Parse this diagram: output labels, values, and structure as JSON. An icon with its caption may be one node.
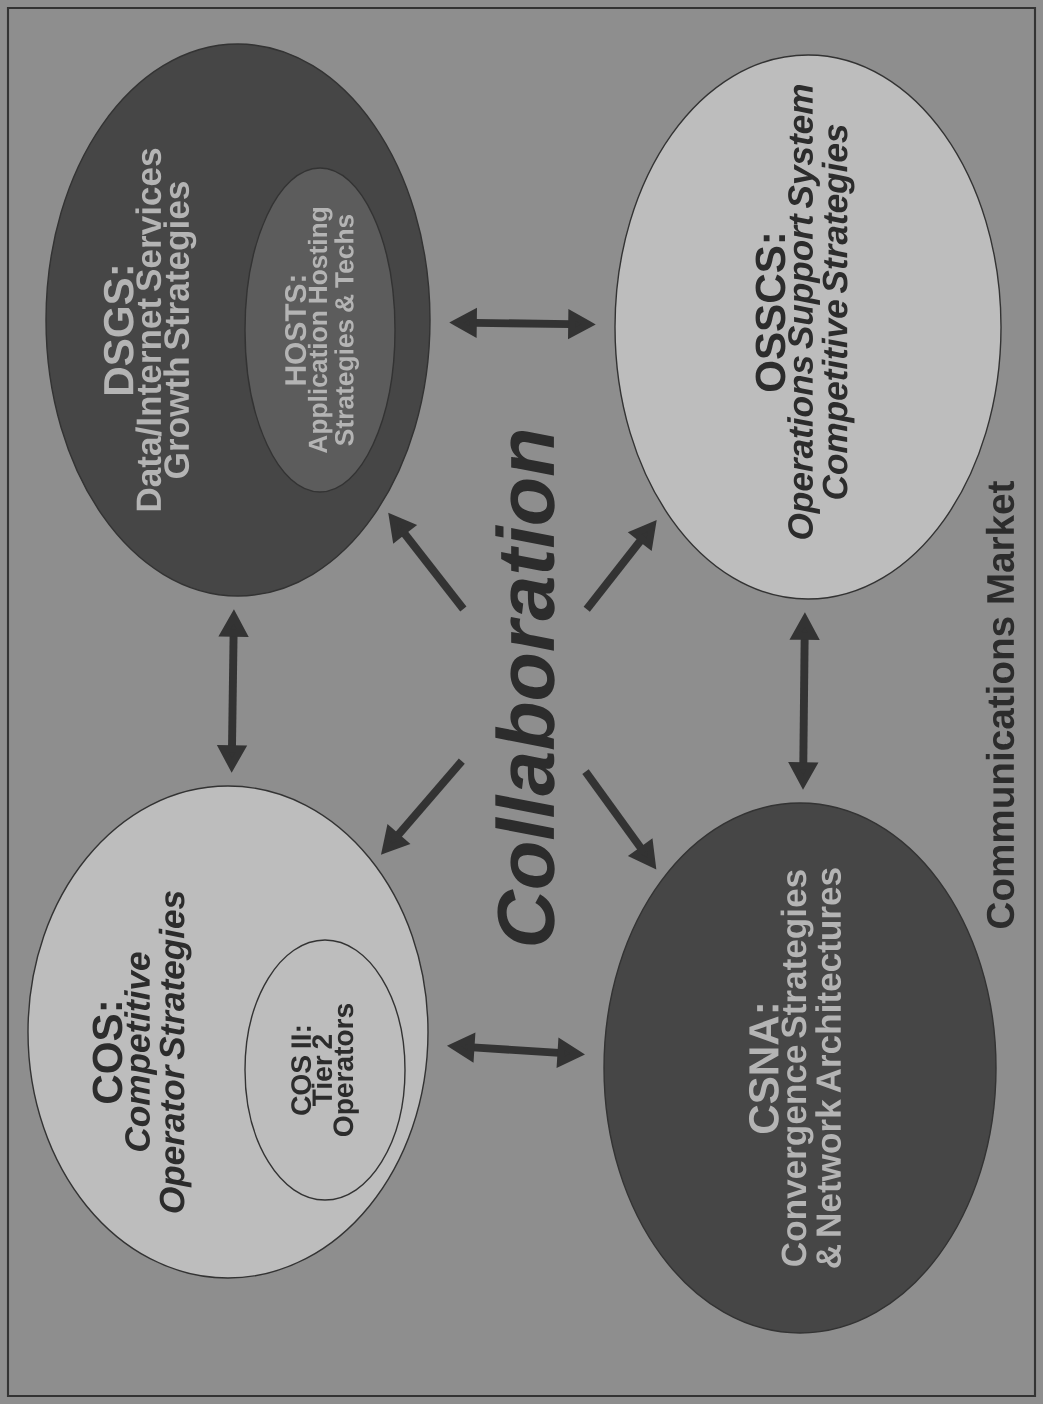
{
  "diagram": {
    "nodes": [
      {
        "text": [
          "COS:",
          "Competitive Operator Strategies"
        ]
      },
      {
        "text": [
          "COS II:",
          "Tier 2 Operators"
        ],
        "in": 0
      },
      {
        "text": [
          "DSGS:",
          "Data/Internet Services Growth Strategies"
        ]
      },
      {
        "text": [
          "HOSTS:",
          "Application Hosting Strategies & Techs"
        ],
        "in": 2
      },
      {
        "text": [
          "OSSCS:",
          "Operations Support System Competitive Strategies"
        ]
      },
      {
        "text": [
          "CSNA:",
          "Convergence Strategies & Network Architectures"
        ]
      },
      {
        "text": [
          "Collaboration"
        ]
      }
    ],
    "edges": [
      {
        "from": 0,
        "to": 2,
        "arrow": "both"
      },
      {
        "from": 0,
        "to": 5,
        "arrow": "both"
      },
      {
        "from": 2,
        "to": 4,
        "arrow": "both"
      },
      {
        "from": 5,
        "to": 4,
        "arrow": "both"
      },
      {
        "from": 6,
        "to": 0,
        "arrow": "to"
      },
      {
        "from": 6,
        "to": 2,
        "arrow": "to"
      },
      {
        "from": 6,
        "to": 4,
        "arrow": "to"
      },
      {
        "from": 6,
        "to": 5,
        "arrow": "to"
      }
    ],
    "labels": [
      "Communications Market"
    ]
  }
}
